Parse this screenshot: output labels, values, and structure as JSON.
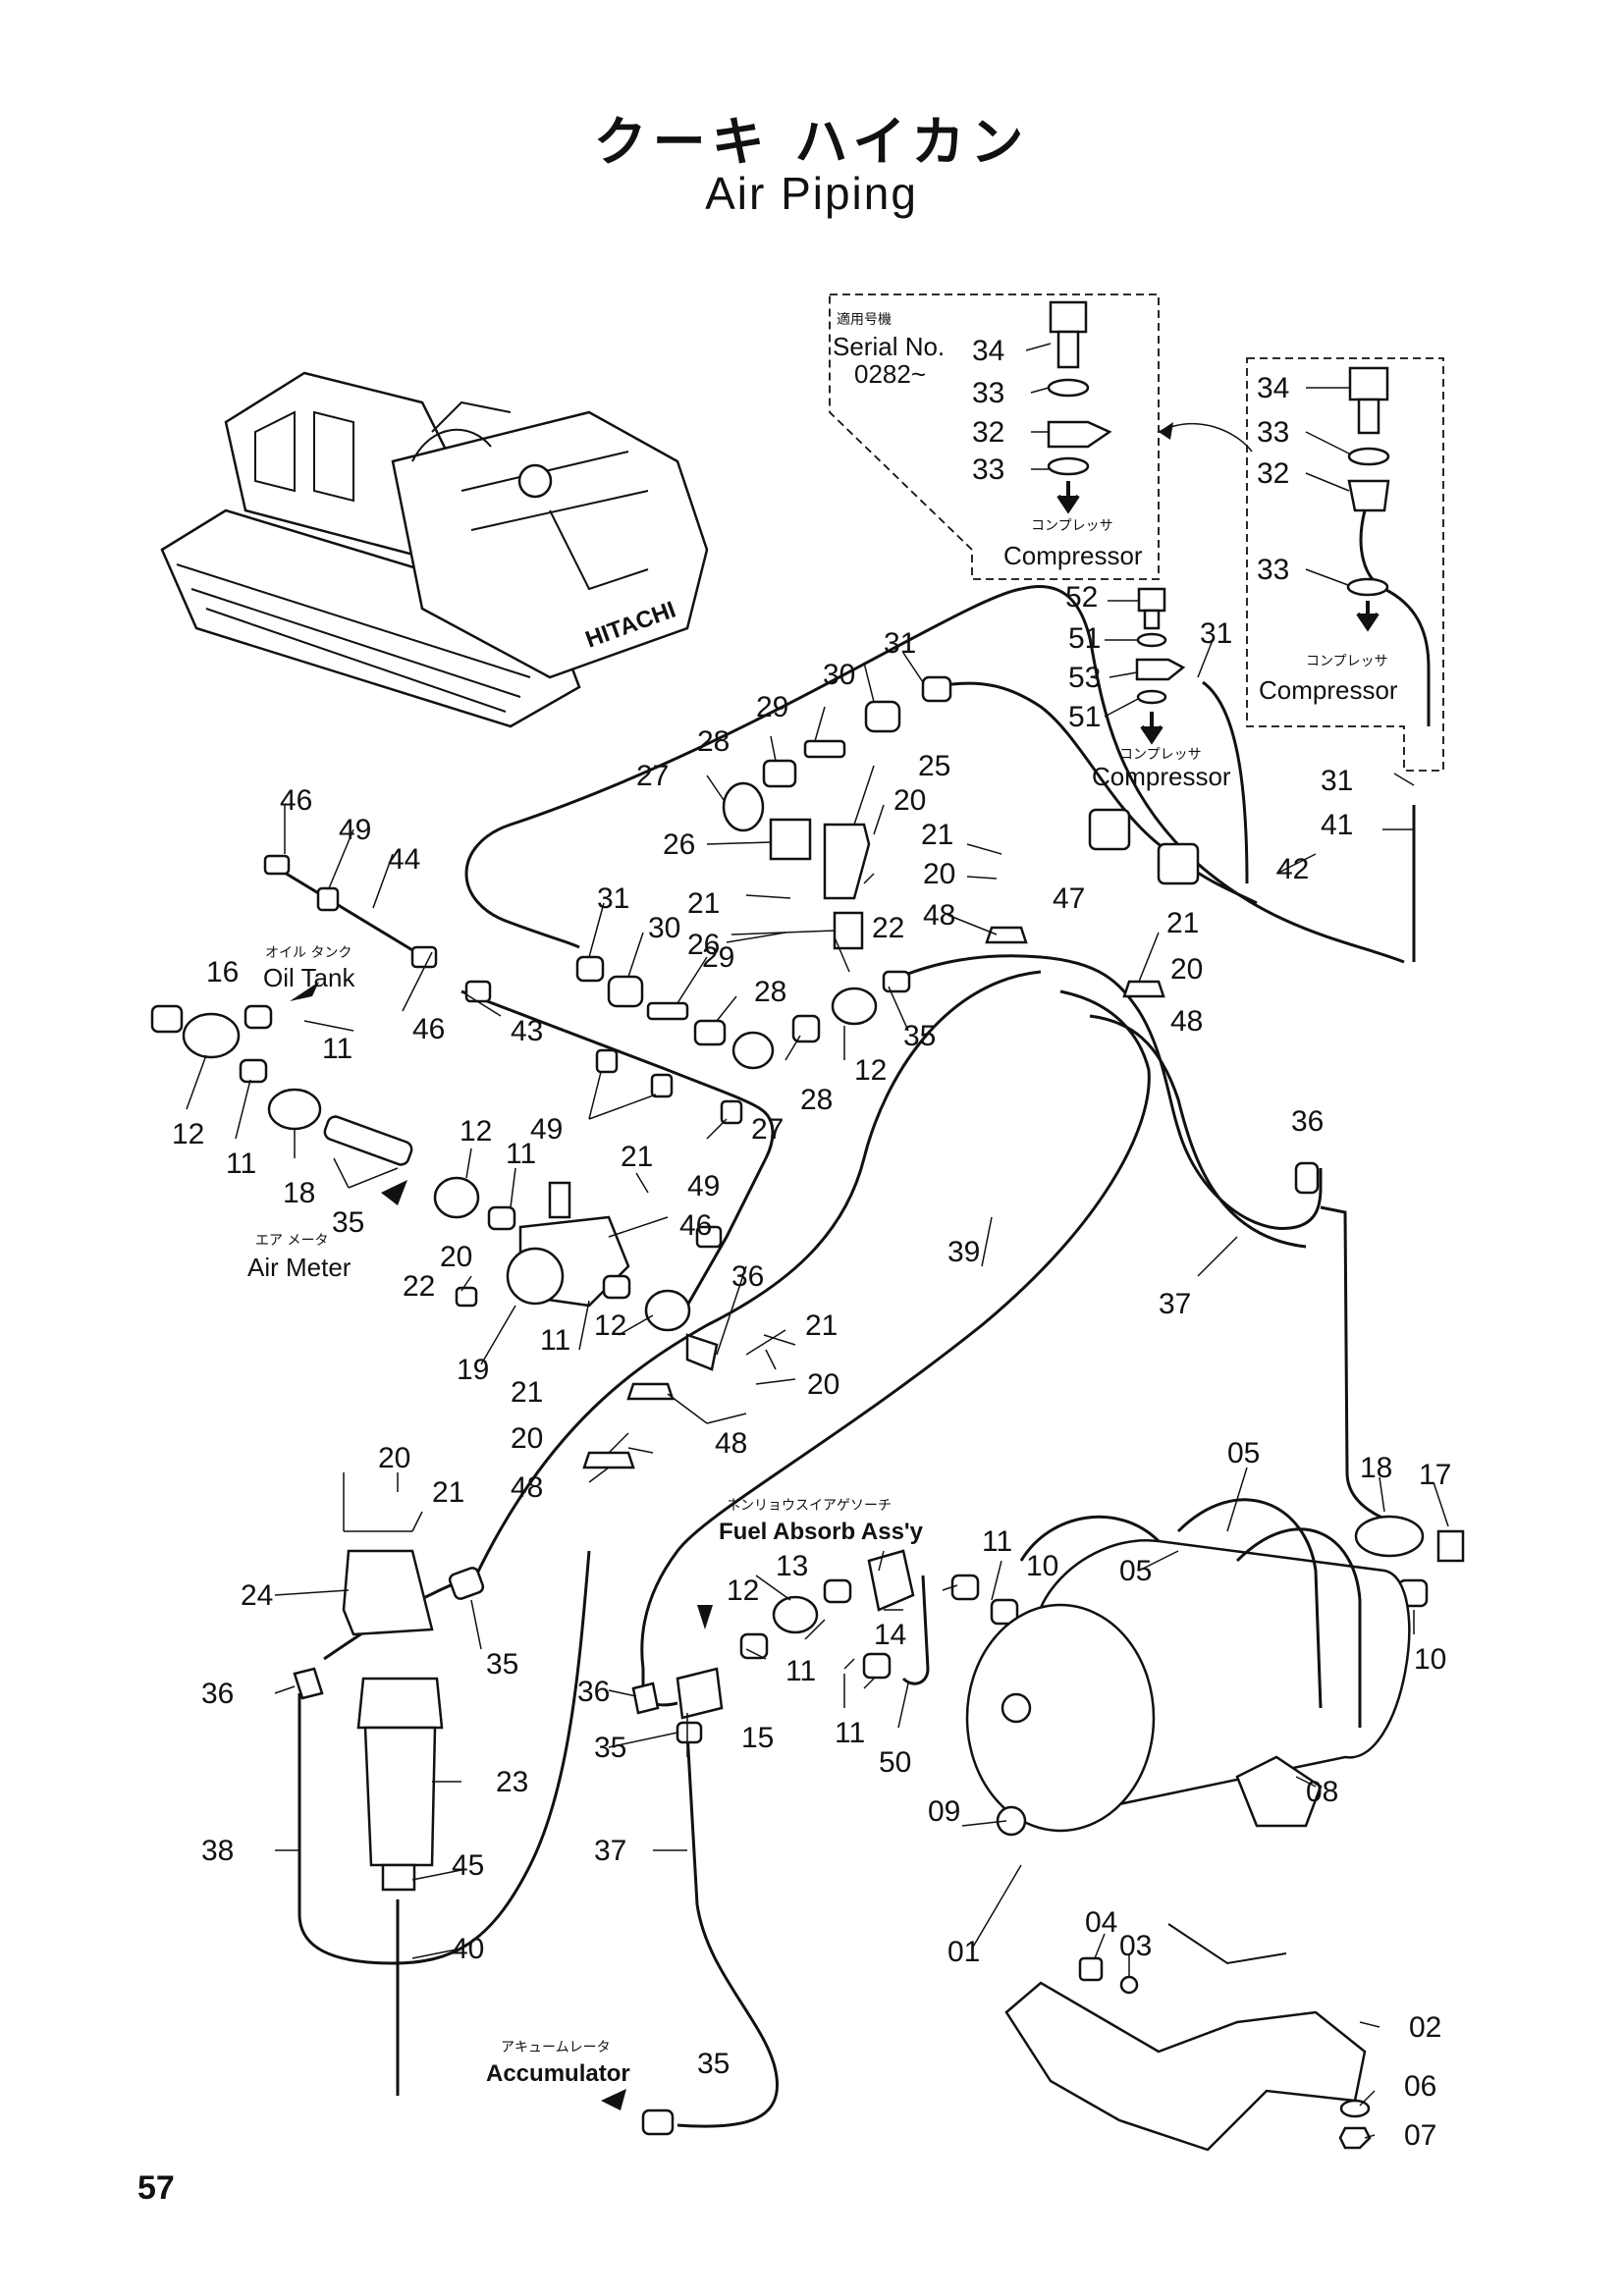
{
  "title": {
    "japanese": "クーキ ハイカン",
    "english": "Air Piping"
  },
  "page_number": "57",
  "brand_on_machine": "HITACHI",
  "inset": {
    "serial_label_jp": "適用号機",
    "serial_label_en": "Serial No.",
    "serial_value": "0282~",
    "compressor_jp": "コンプレッサ",
    "compressor_en": "Compressor"
  },
  "labels": {
    "compressor_jp": "コンプレッサ",
    "compressor_en": "Compressor",
    "oil_tank_jp": "オイル タンク",
    "oil_tank_en": "Oil Tank",
    "air_meter_jp": "エア メータ",
    "air_meter_en": "Air Meter",
    "fuel_absorb_jp": "ネンリョウスイアゲソーチ",
    "fuel_absorb_en": "Fuel Absorb Ass'y",
    "accumulator_jp": "アキュームレータ",
    "accumulator_en": "Accumulator"
  },
  "part_numbers": {
    "p01": "01",
    "p02": "02",
    "p03": "03",
    "p04": "04",
    "p05": "05",
    "p06": "06",
    "p07": "07",
    "p08": "08",
    "p09": "09",
    "p10": "10",
    "p11": "11",
    "p12": "12",
    "p13": "13",
    "p14": "14",
    "p15": "15",
    "p16": "16",
    "p17": "17",
    "p18": "18",
    "p19": "19",
    "p20": "20",
    "p21": "21",
    "p22": "22",
    "p23": "23",
    "p24": "24",
    "p25": "25",
    "p26": "26",
    "p27": "27",
    "p28": "28",
    "p29": "29",
    "p30": "30",
    "p31": "31",
    "p32": "32",
    "p33": "33",
    "p34": "34",
    "p35": "35",
    "p36": "36",
    "p37": "37",
    "p38": "38",
    "p39": "39",
    "p40": "40",
    "p41": "41",
    "p42": "42",
    "p43": "43",
    "p44": "44",
    "p45": "45",
    "p46": "46",
    "p47": "47",
    "p48": "48",
    "p49": "49",
    "p50": "50",
    "p51": "51",
    "p52": "52",
    "p53": "53"
  }
}
